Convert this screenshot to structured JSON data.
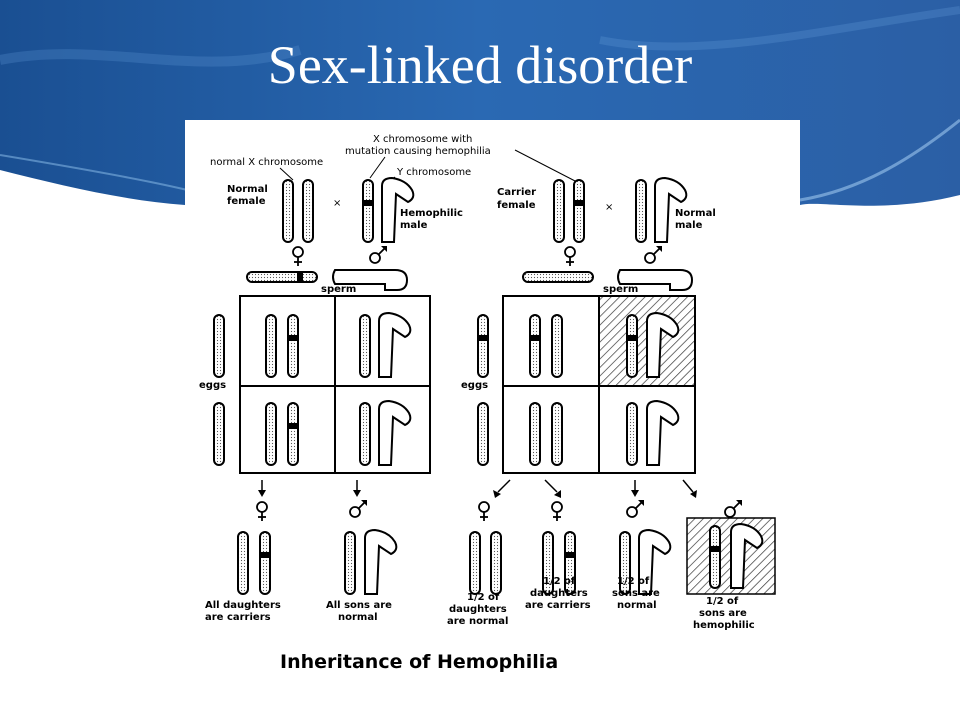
{
  "slide": {
    "title": "Sex-linked disorder",
    "theme_colors": {
      "header_blue": "#1f5a9e",
      "header_light": "#4e8fd1",
      "figure_bg": "#ffffff"
    }
  },
  "figure": {
    "caption": "Inheritance of Hemophilia",
    "labels": {
      "normal_x": "normal X chromosome",
      "x_mut_line1": "X chromosome with",
      "x_mut_line2": "mutation causing hemophilia",
      "y_chrom": "Y chromosome",
      "sperm_left": "sperm",
      "sperm_right": "sperm",
      "eggs_left": "eggs",
      "eggs_right": "eggs",
      "cross_left": "×",
      "cross_right": "×"
    },
    "left_cross": {
      "mother_line1": "Normal",
      "mother_line2": "female",
      "father_line1": "Hemophilic",
      "father_line2": "male",
      "outcome_daughters_line1": "All daughters",
      "outcome_daughters_line2": "are carriers",
      "outcome_sons_line1": "All sons are",
      "outcome_sons_line2": "normal"
    },
    "right_cross": {
      "mother_line1": "Carrier",
      "mother_line2": "female",
      "father_line1": "Normal",
      "father_line2": "male",
      "outcome1": [
        "1/2  of",
        "daughters",
        "are normal"
      ],
      "outcome2": [
        "1/2  of",
        "daughters",
        "are carriers"
      ],
      "outcome3": [
        "1/2  of",
        "sons are",
        "normal"
      ],
      "outcome4": [
        "1/2  of",
        "sons are",
        "hemophilic"
      ]
    },
    "symbols": {
      "female": "female-symbol-icon",
      "male": "male-symbol-icon"
    }
  }
}
